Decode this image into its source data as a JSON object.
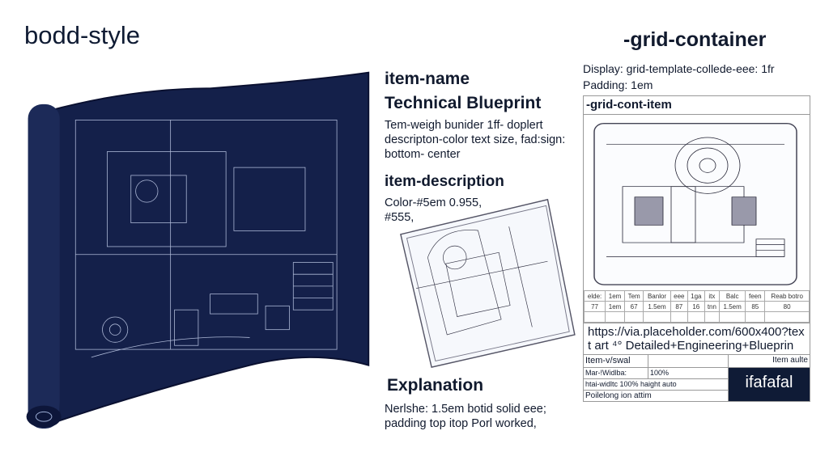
{
  "title": "bodd-style",
  "middle": {
    "item_name": "item-name",
    "item_title": "Technical Blueprint",
    "item_text": "Tem-weigh bunider 1ff- doplert descripton-color text size, fad:sign: bottom- center",
    "description_heading": "item-description",
    "description_text": "Color-#5em 0.955, #555,",
    "explanation_heading": "Explanation",
    "explanation_text": "Nerlshe: 1.5em botid solid eee; padding top itop Porl worked,"
  },
  "grid": {
    "heading": "-grid-container",
    "display": "Display: grid-template-collede-eee: 1fr",
    "padding": "Padding: 1em",
    "item_heading": "-grid-cont-item",
    "table": {
      "header": [
        "elde:",
        "1em",
        "Tem",
        "Banlor",
        "eee",
        "1ga",
        "itx",
        "Balc",
        "feen",
        "Reab botro"
      ],
      "row": [
        "77",
        "1em",
        "67",
        "1.5em",
        "87",
        "16",
        "tnn",
        "1.5em",
        "85",
        "80"
      ]
    },
    "url": "https://via.placeholder.com/600x400?text art ⁴° Detailed+Engineering+Blueprin",
    "item_visual": "Item-v/swal",
    "item_aute": "Item aulte",
    "max_width": "Mar-!Widlba:",
    "max_width_val": "100%",
    "height_line": "htai-widltc 100% haight auto",
    "position": "Poilelong ion attim",
    "dark_label": "ifafafal"
  },
  "colors": {
    "navy": "#0f1b36",
    "text": "#111a2e"
  }
}
